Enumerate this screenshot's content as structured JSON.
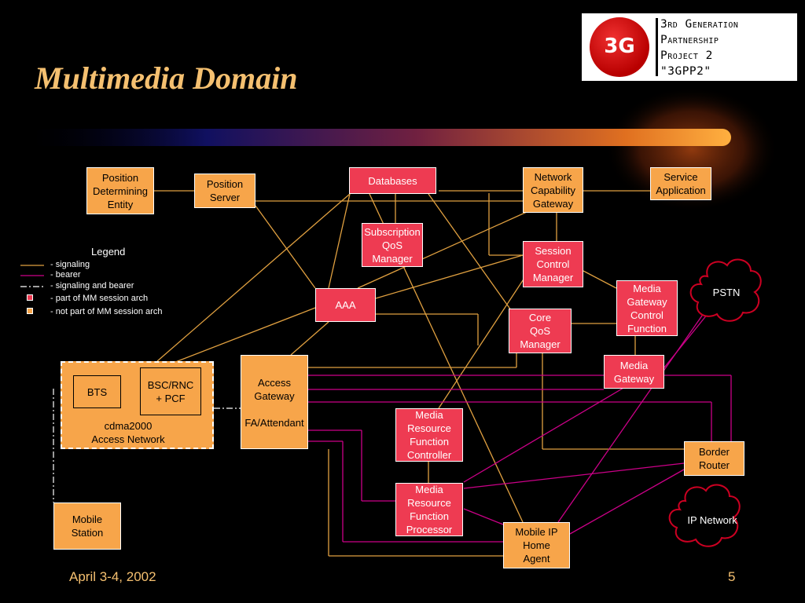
{
  "slide": {
    "title": "Multimedia Domain",
    "footer_date": "April 3-4, 2002",
    "page_number": "5"
  },
  "logo": {
    "badge": "3G",
    "lines": [
      "3rd Generation",
      "Partnership",
      "Project 2",
      "\"3GPP2\""
    ]
  },
  "nodes": {
    "position_determining_entity": [
      "Position",
      "Determining",
      "Entity"
    ],
    "position_server": [
      "Position",
      "Server"
    ],
    "databases": [
      "Databases"
    ],
    "network_capability_gateway": [
      "Network",
      "Capability",
      "Gateway"
    ],
    "service_application": [
      "Service",
      "Application"
    ],
    "subscription_qos_manager": [
      "Subscription",
      "QoS",
      "Manager"
    ],
    "session_control_manager": [
      "Session",
      "Control",
      "Manager"
    ],
    "aaa": [
      "AAA"
    ],
    "media_gateway_control_function": [
      "Media",
      "Gateway",
      "Control",
      "Function"
    ],
    "core_qos_manager": [
      "Core",
      "QoS",
      "Manager"
    ],
    "media_gateway": [
      "Media",
      "Gateway"
    ],
    "access_gateway": [
      "Access",
      "Gateway",
      "",
      "FA/Attendant"
    ],
    "bts": [
      "BTS"
    ],
    "bsc_rnc_pcf": [
      "BSC/RNC",
      "+ PCF"
    ],
    "mrfc": [
      "Media",
      "Resource",
      "Function",
      "Controller"
    ],
    "mrfp": [
      "Media",
      "Resource",
      "Function",
      "Processor"
    ],
    "border_router": [
      "Border",
      "Router"
    ],
    "mobile_station": [
      "Mobile",
      "Station"
    ],
    "mobile_ip_home_agent": [
      "Mobile IP",
      "Home",
      "Agent"
    ]
  },
  "access_network_label": [
    "cdma2000",
    "Access Network"
  ],
  "clouds": {
    "pstn": "PSTN",
    "ip_network": "IP Network"
  },
  "legend": {
    "title": "Legend",
    "signaling": "- signaling",
    "bearer": "- bearer",
    "signaling_and_bearer": "- signaling and bearer",
    "part_of_mm": "- part of MM session arch",
    "not_part_of_mm": "- not part of MM session arch"
  },
  "colors": {
    "signaling": "#e0a040",
    "bearer": "#cc0088",
    "mm_part": "#ee3b52",
    "not_mm_part": "#f7a54a",
    "title": "#f5c070"
  }
}
